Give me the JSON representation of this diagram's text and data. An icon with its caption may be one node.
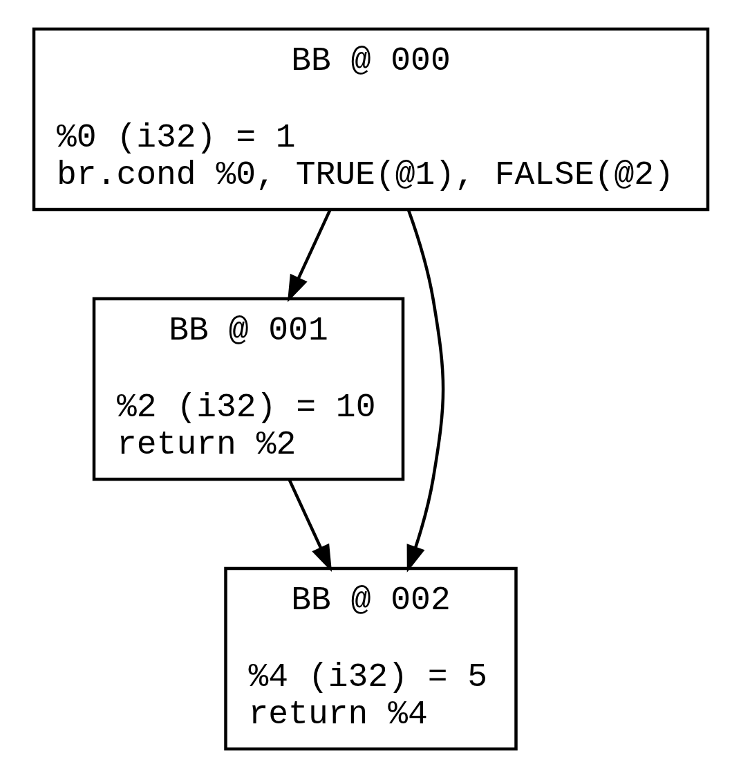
{
  "diagram": {
    "nodes": [
      {
        "text": [
          "BB @ 000",
          "%0 (i32) = 1",
          "br.cond %0, TRUE(@1), FALSE(@2)"
        ]
      },
      {
        "text": [
          "BB @ 001",
          "%2 (i32) = 10",
          "return %2"
        ]
      },
      {
        "text": [
          "BB @ 002",
          "%4 (i32) = 5",
          "return %4"
        ]
      }
    ],
    "edges": [
      {
        "from": 0,
        "to": 1,
        "arrow": "to"
      },
      {
        "from": 0,
        "to": 2,
        "arrow": "to"
      },
      {
        "from": 1,
        "to": 2,
        "arrow": "to"
      }
    ]
  }
}
